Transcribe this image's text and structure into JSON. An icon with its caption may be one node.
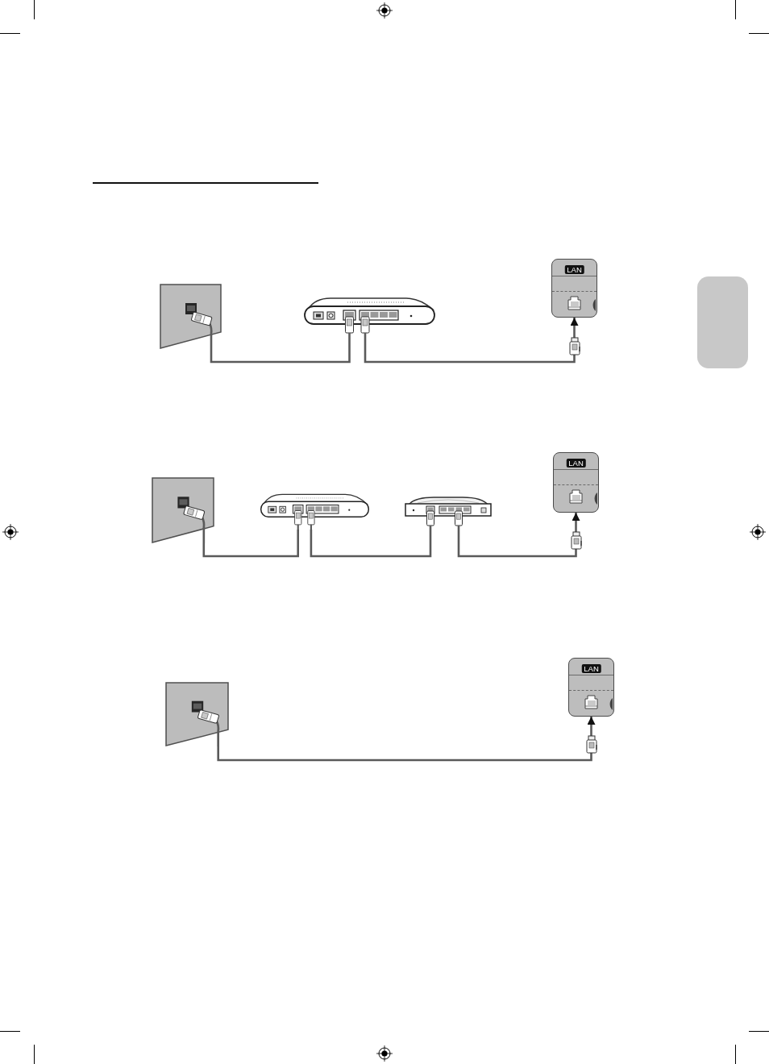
{
  "diagram": {
    "nodes": [
      {
        "text": [],
        "shape": "picture"
      },
      {
        "text": [],
        "shape": "picture"
      },
      {
        "text": [
          "LAN"
        ]
      },
      {
        "text": [],
        "shape": "picture"
      },
      {
        "text": [],
        "shape": "picture"
      },
      {
        "text": [],
        "shape": "picture"
      },
      {
        "text": [
          "LAN"
        ]
      },
      {
        "text": [],
        "shape": "picture"
      },
      {
        "text": [
          "LAN"
        ]
      },
      {
        "text": [],
        "shape": "box"
      }
    ],
    "edges": [
      {
        "from": 0,
        "to": 1,
        "arrow": "none"
      },
      {
        "from": 1,
        "to": 2,
        "arrow": "to"
      },
      {
        "from": 3,
        "to": 4,
        "arrow": "none"
      },
      {
        "from": 4,
        "to": 5,
        "arrow": "none"
      },
      {
        "from": 5,
        "to": 6,
        "arrow": "to"
      },
      {
        "from": 7,
        "to": 8,
        "arrow": "to"
      }
    ]
  }
}
